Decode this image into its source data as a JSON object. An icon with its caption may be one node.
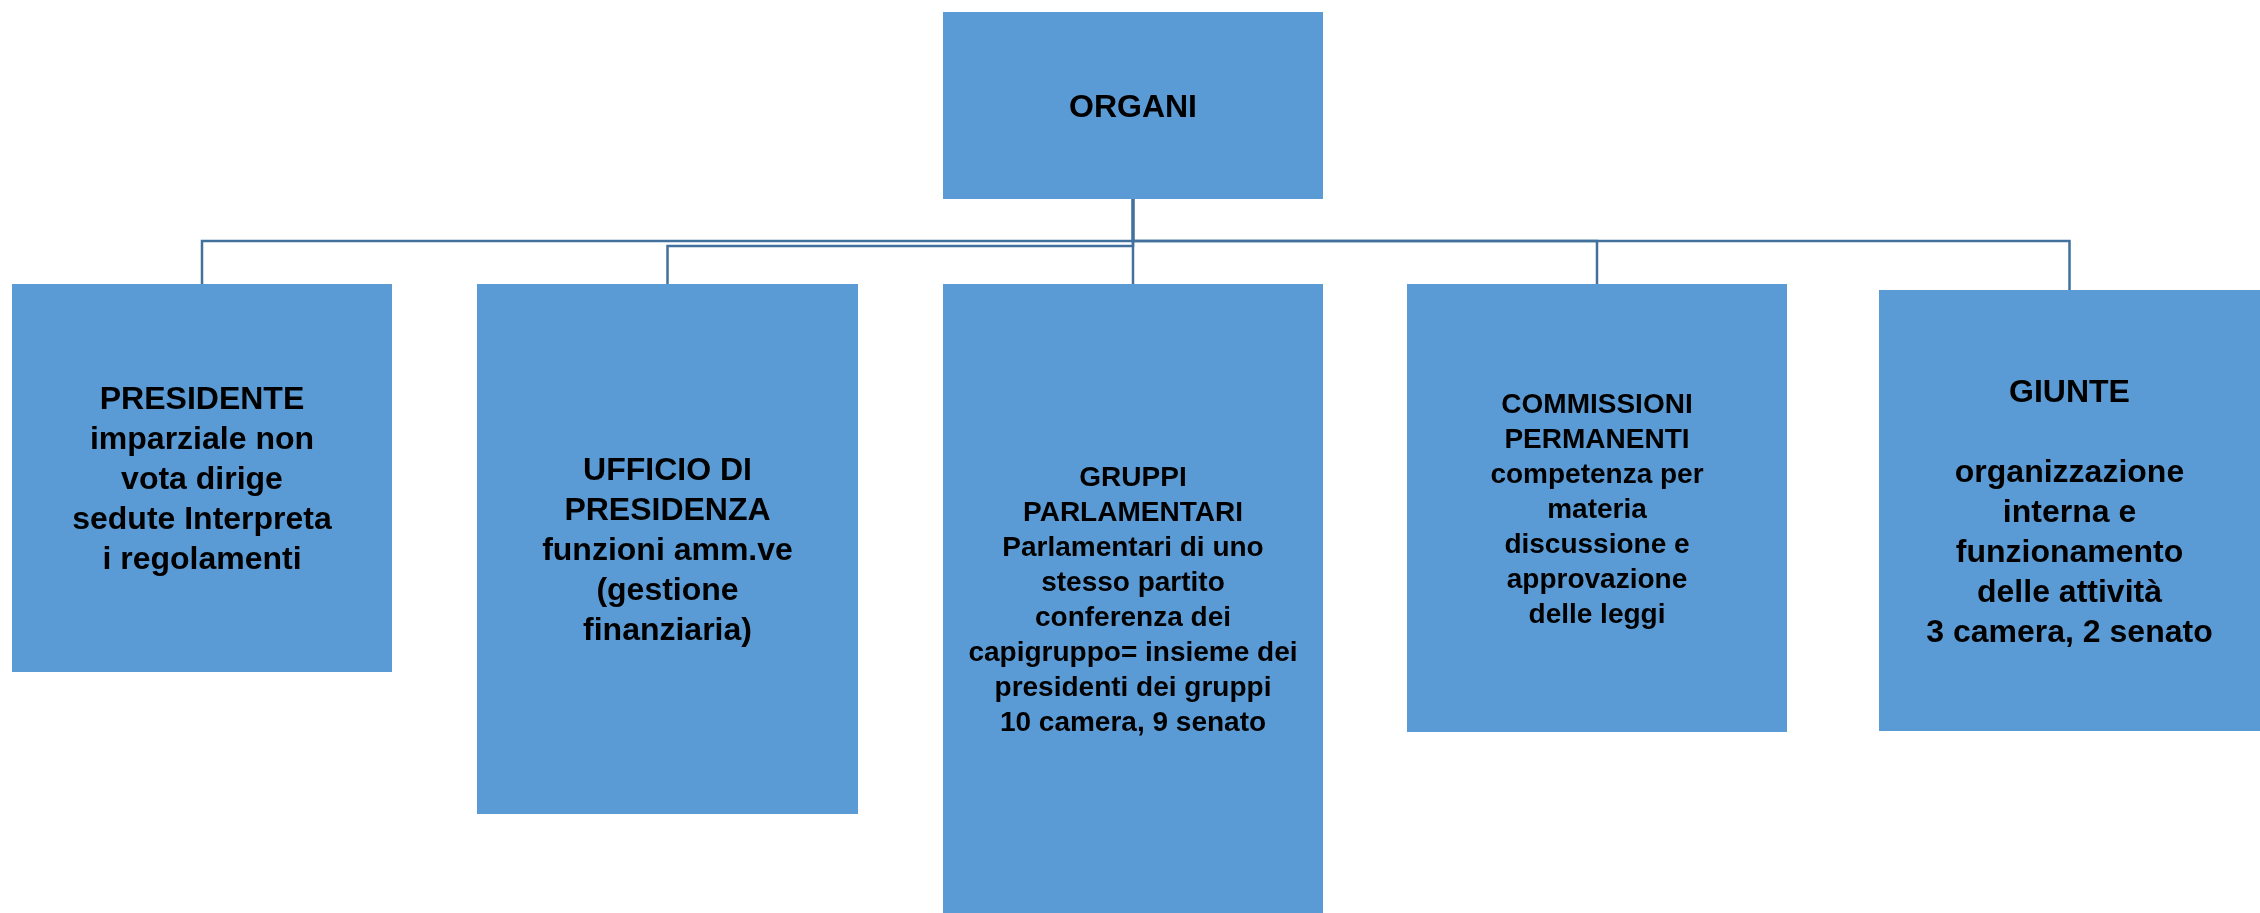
{
  "diagram": {
    "nodes": [
      {
        "text": [
          "ORGANI"
        ]
      },
      {
        "text": [
          "PRESIDENTE",
          "imparziale non vota dirige sedute Interpreta i regolamenti"
        ]
      },
      {
        "text": [
          "UFFICIO DI PRESIDENZA",
          "funzioni amm.ve (gestione finanziaria)"
        ]
      },
      {
        "text": [
          "GRUPPI PARLAMENTARI",
          "Parlamentari di uno stesso partito",
          "conferenza dei capigruppo= insieme dei presidenti dei gruppi",
          "10 camera, 9 senato"
        ]
      },
      {
        "text": [
          "COMMISSIONI PERMANENTI",
          "competenza per materia discussione e approvazione delle leggi"
        ]
      },
      {
        "text": [
          "GIUNTE",
          "organizzazione interna e funzionamento delle attività",
          "3 camera, 2 senato"
        ]
      }
    ],
    "edges": [
      {
        "from": 0,
        "to": 1,
        "arrow": "none"
      },
      {
        "from": 0,
        "to": 2,
        "arrow": "none"
      },
      {
        "from": 0,
        "to": 3,
        "arrow": "none"
      },
      {
        "from": 0,
        "to": 4,
        "arrow": "none"
      },
      {
        "from": 0,
        "to": 5,
        "arrow": "none"
      }
    ]
  }
}
